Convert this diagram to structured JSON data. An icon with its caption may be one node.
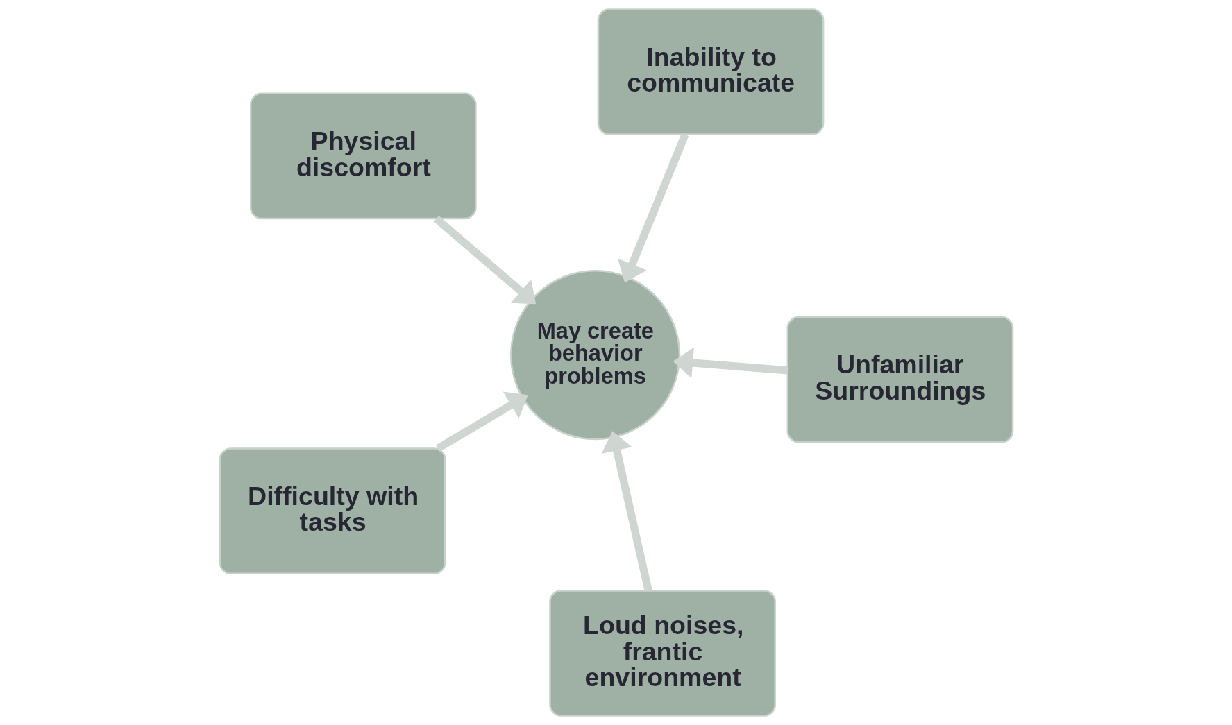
{
  "diagram": {
    "nodes": [
      {
        "text": [
          "Unfamiliar Surroundings"
        ]
      },
      {
        "text": [
          "Difficulty with tasks"
        ]
      },
      {
        "text": [
          "Loud noises, frantic environment"
        ]
      },
      {
        "text": [
          "Inability to communicate"
        ]
      },
      {
        "text": [
          "May create behavior problems"
        ]
      },
      {
        "text": [
          "Physical discomfort"
        ]
      }
    ],
    "edges": [
      {
        "from": 1,
        "to": 4,
        "arrow": "to"
      },
      {
        "from": 0,
        "to": 4,
        "arrow": "to"
      },
      {
        "from": 2,
        "to": 4,
        "arrow": "to"
      },
      {
        "from": 3,
        "to": 4,
        "arrow": "to"
      },
      {
        "from": 5,
        "to": 4,
        "arrow": "to"
      }
    ]
  }
}
